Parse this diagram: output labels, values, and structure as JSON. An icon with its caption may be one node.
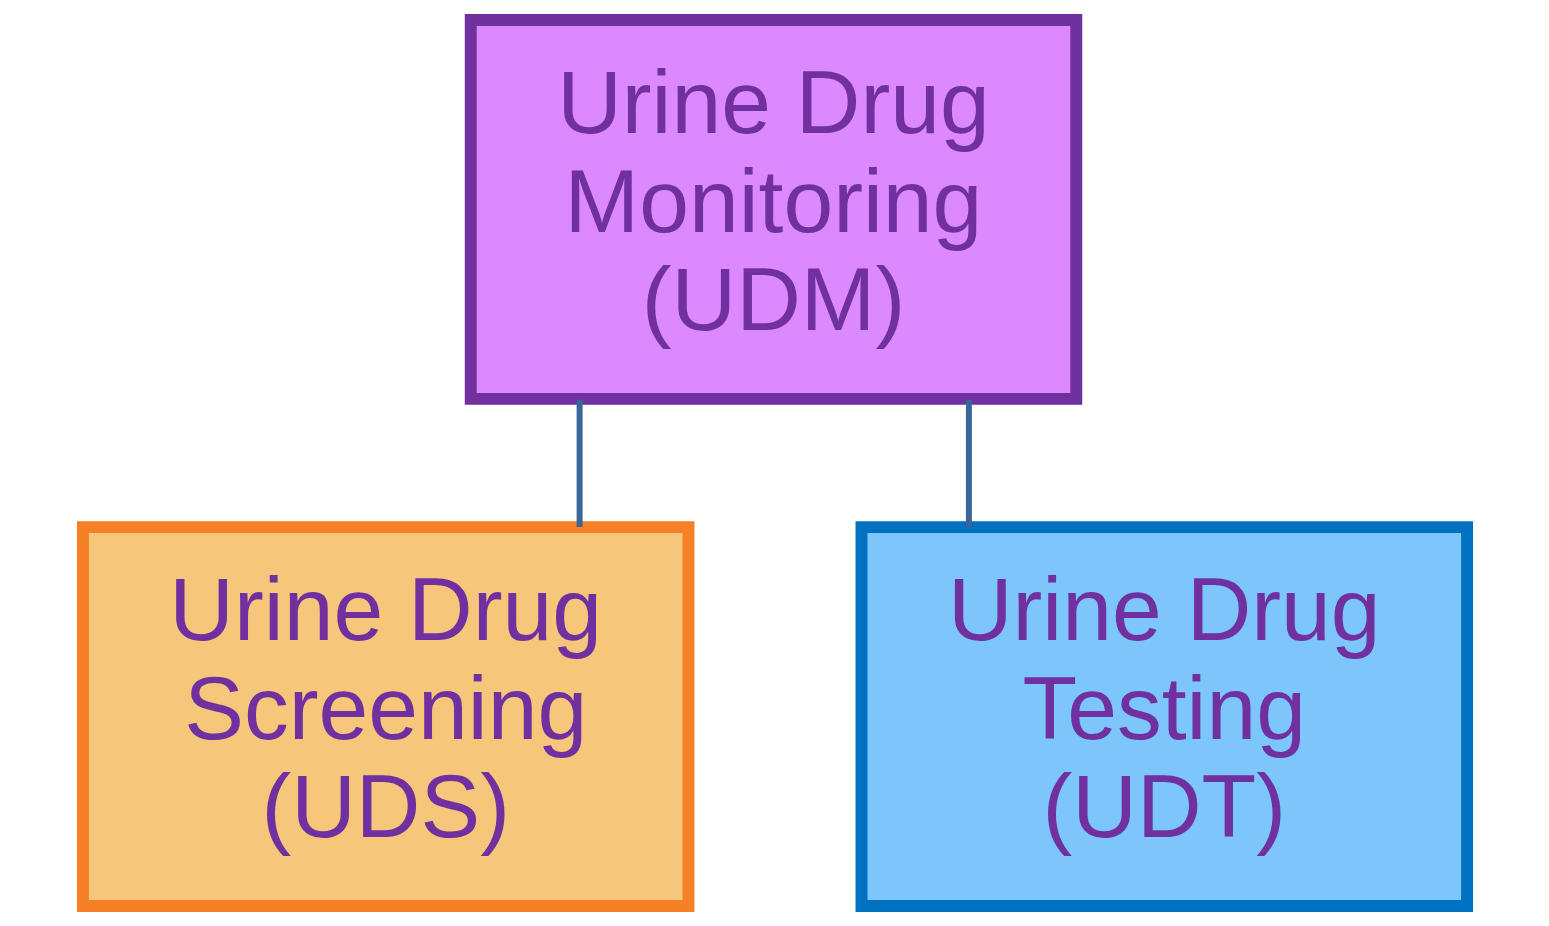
{
  "diagram": {
    "nodes": [
      {
        "text": [
          "Urine Drug Monitoring (UDM)"
        ]
      },
      {
        "text": [
          "Urine Drug Screening (UDS)"
        ]
      },
      {
        "text": [
          "Urine Drug Testing (UDT)"
        ]
      }
    ],
    "edges": [
      {
        "from": 0,
        "to": 1,
        "arrow": "none"
      },
      {
        "from": 0,
        "to": 2,
        "arrow": "none"
      }
    ]
  }
}
